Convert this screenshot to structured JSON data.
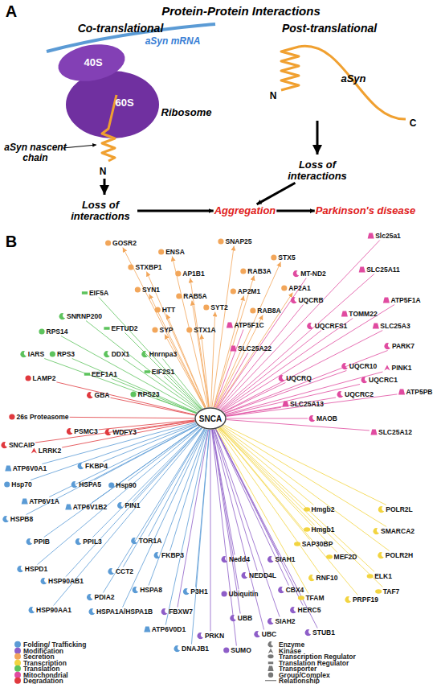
{
  "diagram": {
    "nodes": [
      {
        "text": [
          "Loss of interactions"
        ]
      },
      {
        "text": [
          "Loss of interactions"
        ]
      },
      {
        "text": [
          "Aggregation"
        ]
      },
      {
        "text": [
          "Parkinson's disease"
        ]
      },
      {
        "text": [
          "SNCA"
        ]
      },
      {
        "text": [
          "GOSR2"
        ]
      },
      {
        "text": [
          "ENSA"
        ]
      },
      {
        "text": [
          "SNAP25"
        ]
      },
      {
        "text": [
          "STX5"
        ]
      },
      {
        "text": [
          "STXBP1"
        ]
      },
      {
        "text": [
          "AP1B1"
        ]
      },
      {
        "text": [
          "RAB3A"
        ]
      },
      {
        "text": [
          "SYN1"
        ]
      },
      {
        "text": [
          "RAB5A"
        ]
      },
      {
        "text": [
          "AP2M1"
        ]
      },
      {
        "text": [
          "AP2A1"
        ]
      },
      {
        "text": [
          "HTT"
        ]
      },
      {
        "text": [
          "SYT2"
        ]
      },
      {
        "text": [
          "RAB8A"
        ]
      },
      {
        "text": [
          "SYP"
        ]
      },
      {
        "text": [
          "STX1A"
        ]
      },
      {
        "text": [
          "EIF5A"
        ]
      },
      {
        "text": [
          "SNRNP200"
        ]
      },
      {
        "text": [
          "EFTUD2"
        ]
      },
      {
        "text": [
          "RPS14"
        ]
      },
      {
        "text": [
          "IARS"
        ]
      },
      {
        "text": [
          "RPS3"
        ]
      },
      {
        "text": [
          "DDX1"
        ]
      },
      {
        "text": [
          "Hnrnpa3"
        ]
      },
      {
        "text": [
          "EEF1A1"
        ]
      },
      {
        "text": [
          "EIF2S1"
        ]
      },
      {
        "text": [
          "RPS23"
        ]
      },
      {
        "text": [
          "LAMP2"
        ]
      },
      {
        "text": [
          "GBA"
        ]
      },
      {
        "text": [
          "26s Proteasome"
        ]
      },
      {
        "text": [
          "PSMC3"
        ]
      },
      {
        "text": [
          "WDFY3"
        ]
      },
      {
        "text": [
          "SNCAIP"
        ]
      },
      {
        "text": [
          "LRRK2"
        ]
      },
      {
        "text": [
          "FKBP4"
        ]
      },
      {
        "text": [
          "ATP6V0A1"
        ]
      },
      {
        "text": [
          "HSPA5"
        ]
      },
      {
        "text": [
          "Hsp70"
        ]
      },
      {
        "text": [
          "Hsp90"
        ]
      },
      {
        "text": [
          "ATP6V1A"
        ]
      },
      {
        "text": [
          "ATP6V1B2"
        ]
      },
      {
        "text": [
          "PIN1"
        ]
      },
      {
        "text": [
          "HSPB8"
        ]
      },
      {
        "text": [
          "PPIB"
        ]
      },
      {
        "text": [
          "PPIL3"
        ]
      },
      {
        "text": [
          "TOR1A"
        ]
      },
      {
        "text": [
          "HSPD1"
        ]
      },
      {
        "text": [
          "CCT2"
        ]
      },
      {
        "text": [
          "FKBP3"
        ]
      },
      {
        "text": [
          "HSP90AB1"
        ]
      },
      {
        "text": [
          "HSPA8"
        ]
      },
      {
        "text": [
          "PDIA2"
        ]
      },
      {
        "text": [
          "P3H1"
        ]
      },
      {
        "text": [
          "HSPA1A/HSPA1B"
        ]
      },
      {
        "text": [
          "HSP90AA1"
        ]
      },
      {
        "text": [
          "ATP6V0D1"
        ]
      },
      {
        "text": [
          "DNAJB1"
        ]
      },
      {
        "text": [
          "Nedd4"
        ]
      },
      {
        "text": [
          "SIAH1"
        ]
      },
      {
        "text": [
          "NEDD4L"
        ]
      },
      {
        "text": [
          "FBXW7"
        ]
      },
      {
        "text": [
          "Ubiquitin"
        ]
      },
      {
        "text": [
          "CBX4"
        ]
      },
      {
        "text": [
          "HERC5"
        ]
      },
      {
        "text": [
          "UBB"
        ]
      },
      {
        "text": [
          "SIAH2"
        ]
      },
      {
        "text": [
          "UBC"
        ]
      },
      {
        "text": [
          "STUB1"
        ]
      },
      {
        "text": [
          "PRKN"
        ]
      },
      {
        "text": [
          "SUMO"
        ]
      },
      {
        "text": [
          "Hmgb2"
        ]
      },
      {
        "text": [
          "POLR2L"
        ]
      },
      {
        "text": [
          "Hmgb1"
        ]
      },
      {
        "text": [
          "SMARCA2"
        ]
      },
      {
        "text": [
          "SAP30BP"
        ]
      },
      {
        "text": [
          "MEF2D"
        ]
      },
      {
        "text": [
          "POLR2H"
        ]
      },
      {
        "text": [
          "RNF10"
        ]
      },
      {
        "text": [
          "ELK1"
        ]
      },
      {
        "text": [
          "TAF7"
        ]
      },
      {
        "text": [
          "TFAM"
        ]
      },
      {
        "text": [
          "PRPF19"
        ]
      },
      {
        "text": [
          "Slc25a1"
        ]
      },
      {
        "text": [
          "MT-ND2"
        ]
      },
      {
        "text": [
          "SLC25A11"
        ]
      },
      {
        "text": [
          "UQCRB"
        ]
      },
      {
        "text": [
          "ATP5F1A"
        ]
      },
      {
        "text": [
          "ATP5F1C"
        ]
      },
      {
        "text": [
          "TOMM22"
        ]
      },
      {
        "text": [
          "UQCRFS1"
        ]
      },
      {
        "text": [
          "SLC25A3"
        ]
      },
      {
        "text": [
          "PARK7"
        ]
      },
      {
        "text": [
          "SLC25A22"
        ]
      },
      {
        "text": [
          "UQCR10"
        ]
      },
      {
        "text": [
          "PINK1"
        ]
      },
      {
        "text": [
          "UQCRQ"
        ]
      },
      {
        "text": [
          "UQCRC1"
        ]
      },
      {
        "text": [
          "ATP5PB"
        ]
      },
      {
        "text": [
          "UQCRC2"
        ]
      },
      {
        "text": [
          "SLC25A13"
        ]
      },
      {
        "text": [
          "SLC25A12"
        ]
      },
      {
        "text": [
          "MAOB"
        ]
      }
    ],
    "edges": [
      {
        "from": 0,
        "to": 2,
        "arrow": "to"
      },
      {
        "from": 1,
        "to": 2,
        "arrow": "to"
      },
      {
        "from": 2,
        "to": 3,
        "arrow": "to"
      },
      {
        "from": 4,
        "to": 5,
        "arrow": "to"
      },
      {
        "from": 4,
        "to": 6,
        "arrow": "to"
      },
      {
        "from": 4,
        "to": 7,
        "arrow": "to"
      },
      {
        "from": 4,
        "to": 8,
        "arrow": "to"
      },
      {
        "from": 4,
        "to": 9,
        "arrow": "to"
      },
      {
        "from": 4,
        "to": 10,
        "arrow": "to"
      },
      {
        "from": 4,
        "to": 11,
        "arrow": "to"
      },
      {
        "from": 4,
        "to": 12,
        "arrow": "to"
      },
      {
        "from": 4,
        "to": 13,
        "arrow": "to"
      },
      {
        "from": 4,
        "to": 14,
        "arrow": "to"
      },
      {
        "from": 4,
        "to": 15,
        "arrow": "to"
      },
      {
        "from": 4,
        "to": 16,
        "arrow": "to"
      },
      {
        "from": 4,
        "to": 17,
        "arrow": "to"
      },
      {
        "from": 4,
        "to": 18,
        "arrow": "to"
      },
      {
        "from": 4,
        "to": 19,
        "arrow": "to"
      },
      {
        "from": 4,
        "to": 20,
        "arrow": "to"
      },
      {
        "from": 4,
        "to": 21,
        "arrow": "none"
      },
      {
        "from": 4,
        "to": 22,
        "arrow": "none"
      },
      {
        "from": 4,
        "to": 23,
        "arrow": "none"
      },
      {
        "from": 4,
        "to": 24,
        "arrow": "none"
      },
      {
        "from": 4,
        "to": 25,
        "arrow": "none"
      },
      {
        "from": 4,
        "to": 26,
        "arrow": "none"
      },
      {
        "from": 4,
        "to": 27,
        "arrow": "none"
      },
      {
        "from": 4,
        "to": 28,
        "arrow": "none"
      },
      {
        "from": 4,
        "to": 29,
        "arrow": "none"
      },
      {
        "from": 4,
        "to": 30,
        "arrow": "none"
      },
      {
        "from": 4,
        "to": 31,
        "arrow": "none"
      },
      {
        "from": 4,
        "to": 32,
        "arrow": "none"
      },
      {
        "from": 4,
        "to": 33,
        "arrow": "none"
      },
      {
        "from": 4,
        "to": 34,
        "arrow": "none"
      },
      {
        "from": 4,
        "to": 35,
        "arrow": "none"
      },
      {
        "from": 4,
        "to": 36,
        "arrow": "none"
      },
      {
        "from": 4,
        "to": 37,
        "arrow": "none"
      },
      {
        "from": 4,
        "to": 38,
        "arrow": "none"
      },
      {
        "from": 4,
        "to": 39,
        "arrow": "none"
      },
      {
        "from": 4,
        "to": 40,
        "arrow": "none"
      },
      {
        "from": 4,
        "to": 41,
        "arrow": "none"
      },
      {
        "from": 4,
        "to": 42,
        "arrow": "none"
      },
      {
        "from": 4,
        "to": 43,
        "arrow": "none"
      },
      {
        "from": 4,
        "to": 44,
        "arrow": "none"
      },
      {
        "from": 4,
        "to": 45,
        "arrow": "none"
      },
      {
        "from": 4,
        "to": 46,
        "arrow": "none"
      },
      {
        "from": 4,
        "to": 47,
        "arrow": "none"
      },
      {
        "from": 4,
        "to": 48,
        "arrow": "none"
      },
      {
        "from": 4,
        "to": 49,
        "arrow": "none"
      },
      {
        "from": 4,
        "to": 50,
        "arrow": "none"
      },
      {
        "from": 4,
        "to": 51,
        "arrow": "none"
      },
      {
        "from": 4,
        "to": 52,
        "arrow": "none"
      },
      {
        "from": 4,
        "to": 53,
        "arrow": "none"
      },
      {
        "from": 4,
        "to": 54,
        "arrow": "none"
      },
      {
        "from": 4,
        "to": 55,
        "arrow": "none"
      },
      {
        "from": 4,
        "to": 56,
        "arrow": "none"
      },
      {
        "from": 4,
        "to": 57,
        "arrow": "none"
      },
      {
        "from": 4,
        "to": 58,
        "arrow": "none"
      },
      {
        "from": 4,
        "to": 59,
        "arrow": "none"
      },
      {
        "from": 4,
        "to": 60,
        "arrow": "none"
      },
      {
        "from": 4,
        "to": 61,
        "arrow": "none"
      },
      {
        "from": 4,
        "to": 62,
        "arrow": "none"
      },
      {
        "from": 4,
        "to": 63,
        "arrow": "none"
      },
      {
        "from": 4,
        "to": 64,
        "arrow": "none"
      },
      {
        "from": 4,
        "to": 65,
        "arrow": "none"
      },
      {
        "from": 4,
        "to": 66,
        "arrow": "none"
      },
      {
        "from": 4,
        "to": 67,
        "arrow": "none"
      },
      {
        "from": 4,
        "to": 68,
        "arrow": "none"
      },
      {
        "from": 4,
        "to": 69,
        "arrow": "none"
      },
      {
        "from": 4,
        "to": 70,
        "arrow": "none"
      },
      {
        "from": 4,
        "to": 71,
        "arrow": "none"
      },
      {
        "from": 4,
        "to": 72,
        "arrow": "none"
      },
      {
        "from": 4,
        "to": 73,
        "arrow": "none"
      },
      {
        "from": 4,
        "to": 74,
        "arrow": "none"
      },
      {
        "from": 4,
        "to": 75,
        "arrow": "none"
      },
      {
        "from": 4,
        "to": 76,
        "arrow": "none"
      },
      {
        "from": 4,
        "to": 77,
        "arrow": "none"
      },
      {
        "from": 4,
        "to": 78,
        "arrow": "none"
      },
      {
        "from": 4,
        "to": 79,
        "arrow": "none"
      },
      {
        "from": 4,
        "to": 80,
        "arrow": "none"
      },
      {
        "from": 4,
        "to": 81,
        "arrow": "none"
      },
      {
        "from": 4,
        "to": 82,
        "arrow": "none"
      },
      {
        "from": 4,
        "to": 83,
        "arrow": "none"
      },
      {
        "from": 4,
        "to": 84,
        "arrow": "none"
      },
      {
        "from": 4,
        "to": 85,
        "arrow": "none"
      },
      {
        "from": 4,
        "to": 86,
        "arrow": "none"
      },
      {
        "from": 4,
        "to": 87,
        "arrow": "none"
      },
      {
        "from": 4,
        "to": 88,
        "arrow": "none"
      },
      {
        "from": 4,
        "to": 89,
        "arrow": "none"
      },
      {
        "from": 4,
        "to": 90,
        "arrow": "none"
      },
      {
        "from": 4,
        "to": 91,
        "arrow": "none"
      },
      {
        "from": 4,
        "to": 92,
        "arrow": "none"
      },
      {
        "from": 4,
        "to": 93,
        "arrow": "none"
      },
      {
        "from": 4,
        "to": 94,
        "arrow": "none"
      },
      {
        "from": 4,
        "to": 95,
        "arrow": "none"
      },
      {
        "from": 4,
        "to": 96,
        "arrow": "none"
      },
      {
        "from": 4,
        "to": 97,
        "arrow": "none"
      },
      {
        "from": 4,
        "to": 98,
        "arrow": "none"
      },
      {
        "from": 4,
        "to": 99,
        "arrow": "none"
      },
      {
        "from": 4,
        "to": 100,
        "arrow": "none"
      },
      {
        "from": 4,
        "to": 101,
        "arrow": "none"
      },
      {
        "from": 4,
        "to": 102,
        "arrow": "none"
      },
      {
        "from": 4,
        "to": 103,
        "arrow": "none"
      },
      {
        "from": 4,
        "to": 104,
        "arrow": "none"
      },
      {
        "from": 4,
        "to": 105,
        "arrow": "none"
      },
      {
        "from": 4,
        "to": 106,
        "arrow": "none"
      }
    ],
    "labels": [
      "A",
      "Protein-Protein Interactions",
      "Co-translational",
      "Post-translational",
      "aSyn mRNA",
      "40S",
      "60S",
      "Ribosome",
      "aSyn nascent chain",
      "N",
      "aSyn",
      "N",
      "C",
      "B"
    ],
    "legend": [
      {
        "text": "Folding/ Trafficking",
        "color": "#5b9bd5"
      },
      {
        "text": "Modification",
        "color": "#8e5ec8"
      },
      {
        "text": "Secretion",
        "color": "#f2a65a"
      },
      {
        "text": "Transcription",
        "color": "#f2d440"
      },
      {
        "text": "Translation",
        "color": "#5dc35d"
      },
      {
        "text": "Mitochondrial",
        "color": "#e04ba0"
      },
      {
        "text": "Degradation",
        "color": "#e0393e"
      },
      {
        "text": "Enzyme"
      },
      {
        "text": "Kinase"
      },
      {
        "text": "Transcription Regulator"
      },
      {
        "text": "Translation Regulator"
      },
      {
        "text": "Transporter"
      },
      {
        "text": "Group/Complex"
      },
      {
        "text": "Relationship"
      }
    ]
  }
}
